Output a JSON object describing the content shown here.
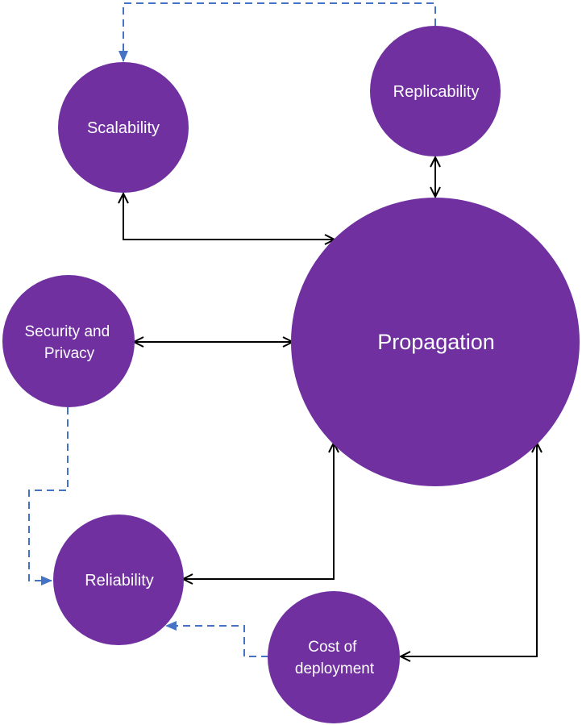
{
  "colors": {
    "node_fill": "#7030a0",
    "solid_connector": "#000000",
    "dashed_connector": "#4472c4"
  },
  "nodes": {
    "scalability": {
      "label": [
        "Scalability"
      ]
    },
    "replicability": {
      "label": [
        "Replicability"
      ]
    },
    "propagation": {
      "label": [
        "Propagation"
      ]
    },
    "security": {
      "label": [
        "Security and",
        "Privacy"
      ]
    },
    "reliability": {
      "label": [
        "Reliability"
      ]
    },
    "cost": {
      "label": [
        "Cost of",
        "deployment"
      ]
    }
  }
}
